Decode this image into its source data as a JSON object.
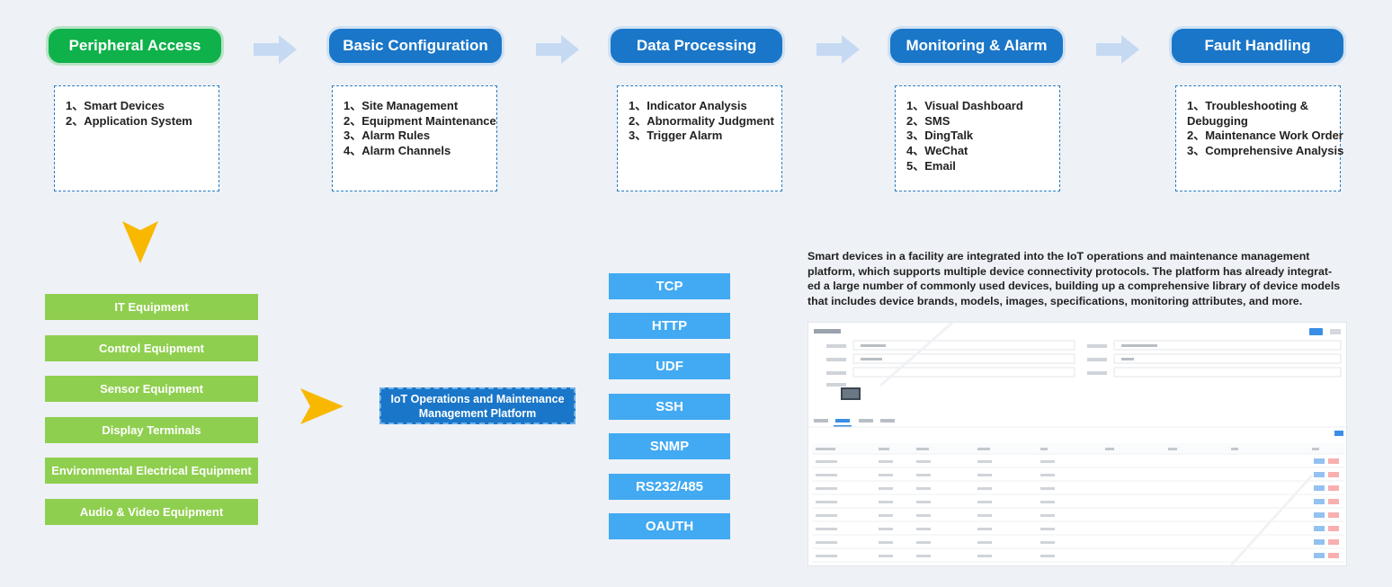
{
  "steps": [
    {
      "title": "Peripheral Access",
      "items": [
        "1、Smart Devices",
        "2、Application System"
      ]
    },
    {
      "title": "Basic Configuration",
      "items": [
        "1、Site Management",
        "2、Equipment Maintenance",
        "3、Alarm Rules",
        "4、Alarm Channels"
      ]
    },
    {
      "title": "Data Processing",
      "items": [
        "1、Indicator Analysis",
        "2、Abnormality Judgment",
        "3、Trigger Alarm"
      ]
    },
    {
      "title": "Monitoring & Alarm",
      "items": [
        "1、Visual Dashboard",
        "2、SMS",
        "3、DingTalk",
        "4、WeChat",
        "5、Email"
      ]
    },
    {
      "title": "Fault Handling",
      "items": [
        "1、Troubleshooting &",
        "Debugging",
        "2、Maintenance Work Order",
        "3、Comprehensive Analysis"
      ]
    }
  ],
  "equipment": [
    "IT Equipment",
    "Control Equipment",
    "Sensor Equipment",
    "Display Terminals",
    "Environmental Electrical Equipment",
    "Audio & Video Equipment"
  ],
  "platform": {
    "line1": "IoT Operations and Maintenance",
    "line2": "Management Platform"
  },
  "protocols": [
    "TCP",
    "HTTP",
    "UDF",
    "SSH",
    "SNMP",
    "RS232/485",
    "OAUTH"
  ],
  "description": [
    "Smart devices in a facility are integrated into the IoT operations and maintenance management",
    "platform, which supports multiple device connectivity protocols. The platform has already integrat-",
    "ed a large number of commonly used devices, building up a comprehensive library of device models",
    "that includes device brands, models, images, specifications, monitoring attributes, and more."
  ],
  "colors": {
    "green_step": "#0fb14a",
    "blue_step": "#1a76c8",
    "equipment_bar": "#8fcf4f",
    "protocol_bar": "#42aaf2",
    "down_arrow": "#f8b800",
    "flow_arrow": "#c5daf2"
  }
}
